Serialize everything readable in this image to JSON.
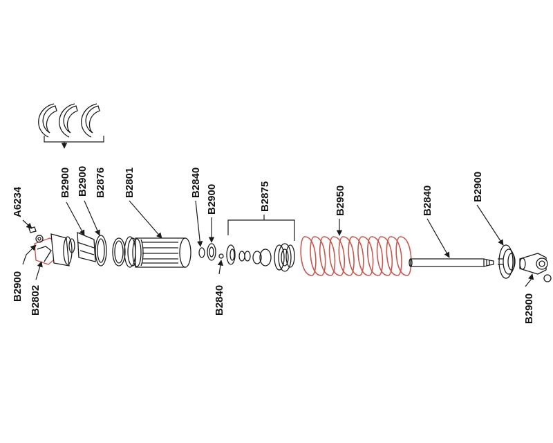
{
  "labels": {
    "a6234": "A6234",
    "b2900_left": "B2900",
    "b2802": "B2802",
    "b2900_clips": "B2900",
    "b2900_b": "B2900",
    "b2876": "B2876",
    "b2801": "B2801",
    "b2840_a": "B2840",
    "b2900_c": "B2900",
    "b2840_b": "B2840",
    "b2875": "B2875",
    "b2950": "B2950",
    "b2840_rod": "B2840",
    "b2900_top": "B2900",
    "b2900_end": "B2900"
  },
  "colors": {
    "line": "#1a1a1a",
    "accent": "#c8574e",
    "background": "#ffffff"
  }
}
